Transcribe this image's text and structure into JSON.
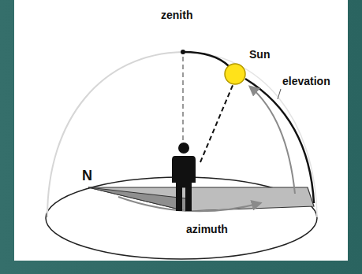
{
  "diagram": {
    "nodes": [
      {
        "text": [
          "Sun"
        ]
      }
    ],
    "labels": [
      "zenith",
      "elevation",
      "N",
      "azimuth"
    ]
  }
}
